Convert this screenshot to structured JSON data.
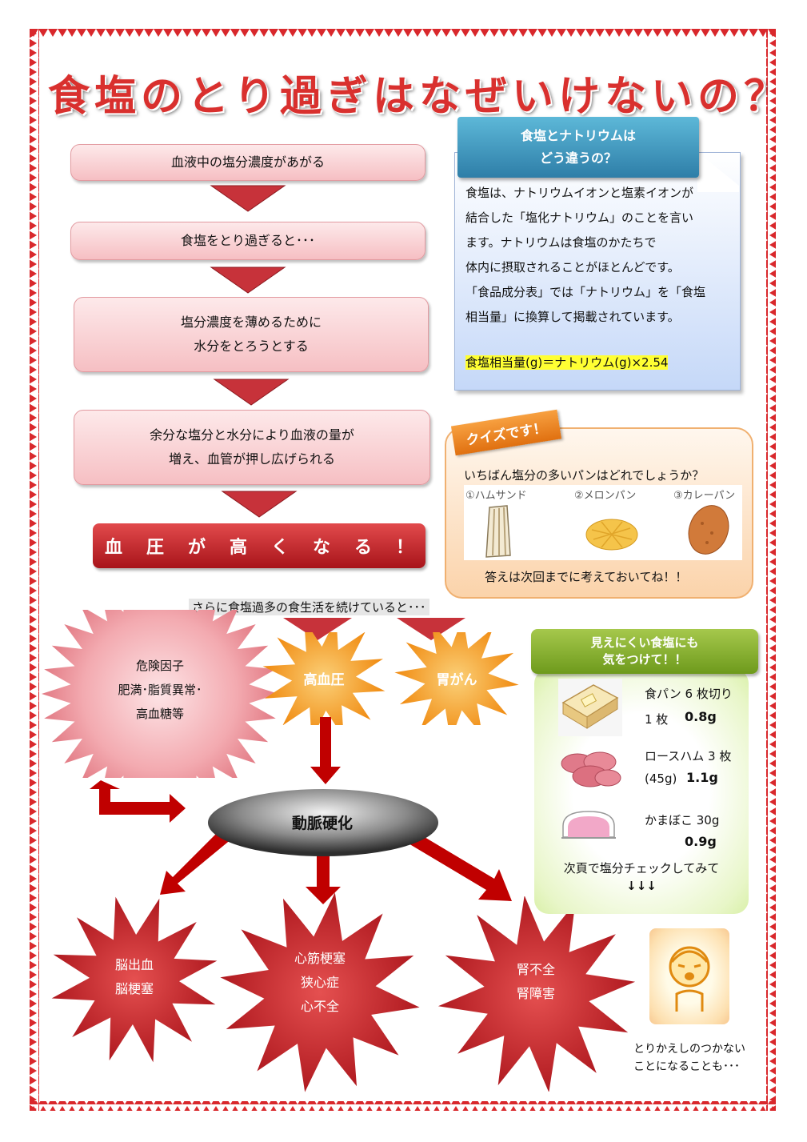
{
  "title": "食塩のとり過ぎはなぜいけないの？",
  "flow": {
    "steps": [
      {
        "lines": [
          "血液中の塩分濃度があがる"
        ]
      },
      {
        "lines": [
          "食塩をとり過ぎると･･･"
        ]
      },
      {
        "lines": [
          "塩分濃度を薄めるために",
          "水分をとろうとする"
        ]
      },
      {
        "lines": [
          "余分な塩分と水分により血液の量が",
          "増え、血管が押し広げられる"
        ]
      }
    ],
    "final_chars": [
      "血",
      "圧",
      "が",
      "高",
      "く",
      "な",
      "る",
      "！"
    ]
  },
  "info": {
    "heading_lines": [
      "食塩とナトリウムは",
      "どう違うの？"
    ],
    "body_lines": [
      "食塩は、ナトリウムイオンと塩素イオンが",
      "結合した「塩化ナトリウム」のことを言い",
      "ます。ナトリウムは食塩のかたちで",
      "体内に摂取されることがほとんどです。",
      "「食品成分表」では「ナトリウム」を「食塩",
      "相当量」に換算して掲載されています。"
    ],
    "formula": "食塩相当量(g)＝ナトリウム(g)×2.54"
  },
  "quiz": {
    "tag": "クイズです！",
    "question": "いちばん塩分の多いパンはどれでしょうか？",
    "options": [
      "①ハムサンド",
      "②メロンパン",
      "③カレーパン"
    ],
    "answer_note": "答えは次回までに考えておいてね！！"
  },
  "continue_note": "さらに食塩過多の食生活を続けていると･･･",
  "risk": {
    "lines": [
      "危険因子",
      "肥満･脂質異常･",
      "高血糖等"
    ]
  },
  "bursts": {
    "hypertension": "高血圧",
    "stomach_cancer": "胃がん"
  },
  "arteriosclerosis": "動脈硬化",
  "outcomes": {
    "brain": [
      "脳出血",
      "脳梗塞"
    ],
    "heart": [
      "心筋梗塞",
      "狭心症",
      "心不全"
    ],
    "kidney": [
      "腎不全",
      "腎障害"
    ]
  },
  "hidden_salt": {
    "heading_lines": [
      "見えにくい食塩にも",
      "気をつけて！！"
    ],
    "items": [
      {
        "name": "食パン 6 枚切り",
        "amount_label": "1 枚",
        "value": "0.8g"
      },
      {
        "name": "ロースハム 3 枚",
        "amount_label": "(45g)",
        "value": "1.1g"
      },
      {
        "name": "かまぼこ 30g",
        "amount_label": "",
        "value": "0.9g"
      }
    ],
    "footer_lines": [
      "次頁で塩分チェックしてみて",
      "↓↓↓"
    ]
  },
  "warning_note": [
    "とりかえしのつかない",
    "ことになることも･･･"
  ],
  "colors": {
    "title": "#d9302e",
    "danger_red": "#c7282c",
    "arrow_red": "#c00000",
    "burst_orange": "#f59a1c",
    "formula_highlight": "#ffff33"
  }
}
